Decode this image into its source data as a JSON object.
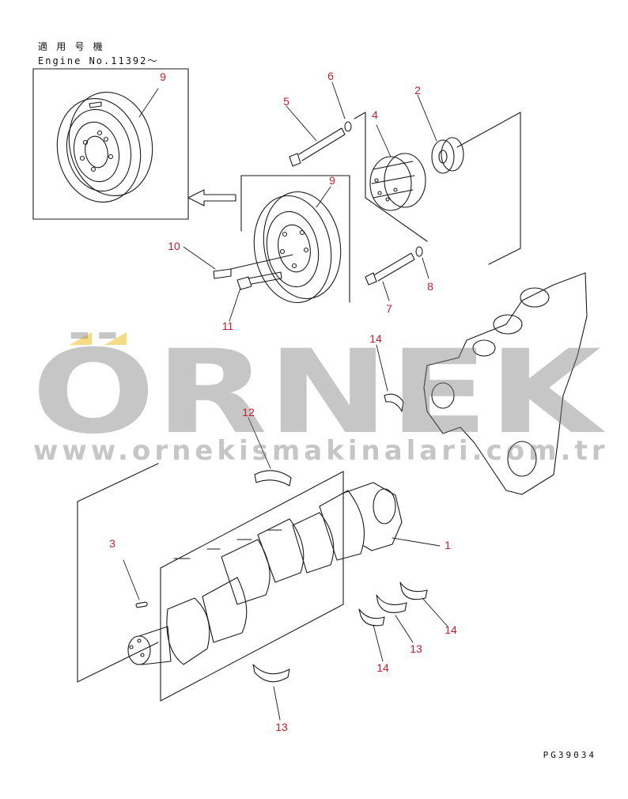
{
  "header": {
    "applicable_label": "適 用 号 機",
    "engine_serial": "Engine No.11392〜"
  },
  "drawing_code": "PG39034",
  "watermark": {
    "brand": "ÖRNEK",
    "url": "www.ornekismakinalari.com.tr",
    "accent_color": "#f5dc82",
    "text_color": "#8c8c8c"
  },
  "callout_color": "#c0212a",
  "callouts": [
    "9",
    "6",
    "5",
    "2",
    "4",
    "9",
    "10",
    "8",
    "7",
    "11",
    "14",
    "12",
    "3",
    "1",
    "14",
    "13",
    "14",
    "13"
  ]
}
